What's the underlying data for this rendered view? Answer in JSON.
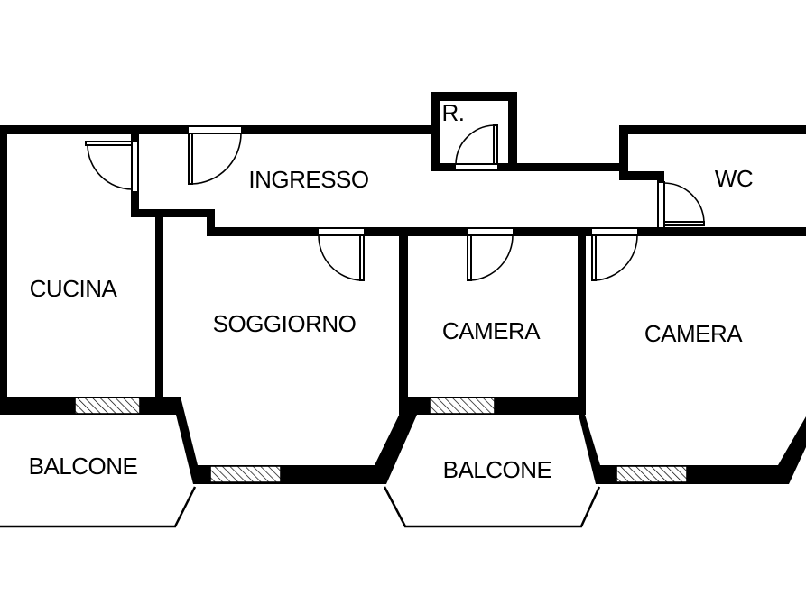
{
  "rooms": {
    "ingresso": "INGRESSO",
    "ripostiglio": "R.",
    "wc": "WC",
    "cucina": "CUCINA",
    "soggiorno": "SOGGIORNO",
    "camera_1": "CAMERA",
    "camera_2": "CAMERA",
    "balcone_1": "BALCONE",
    "balcone_2": "BALCONE"
  },
  "colors": {
    "wall": "#000000",
    "background": "#ffffff"
  }
}
